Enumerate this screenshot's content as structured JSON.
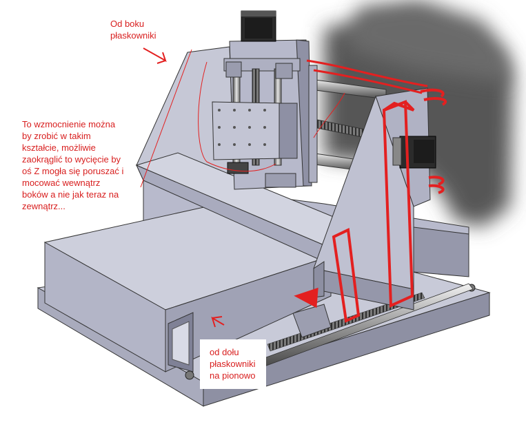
{
  "annotations": {
    "side_note": "Od boku\npłaskowniki",
    "reinforcement_note": "To wzmocnienie można\nby zrobić w takim\nkształcie, możliwie\nzaokrąglić to wycięcie by\noś Z mogła się poruszać i\nmocować wewnątrz\nboków a nie jak teraz na\nzewnątrz...",
    "bottom_note": "od dołu\npłaskowniki\nna pionowo"
  },
  "colors": {
    "annotation_red": "#e32020",
    "frame_light": "#c9cbd9",
    "frame_mid": "#a6a8bb",
    "frame_dark": "#6f7186",
    "shadow": "#5a5a5a"
  },
  "icon_names": [
    "stepper-motor",
    "linear-rod",
    "lead-screw",
    "red-arrow"
  ]
}
